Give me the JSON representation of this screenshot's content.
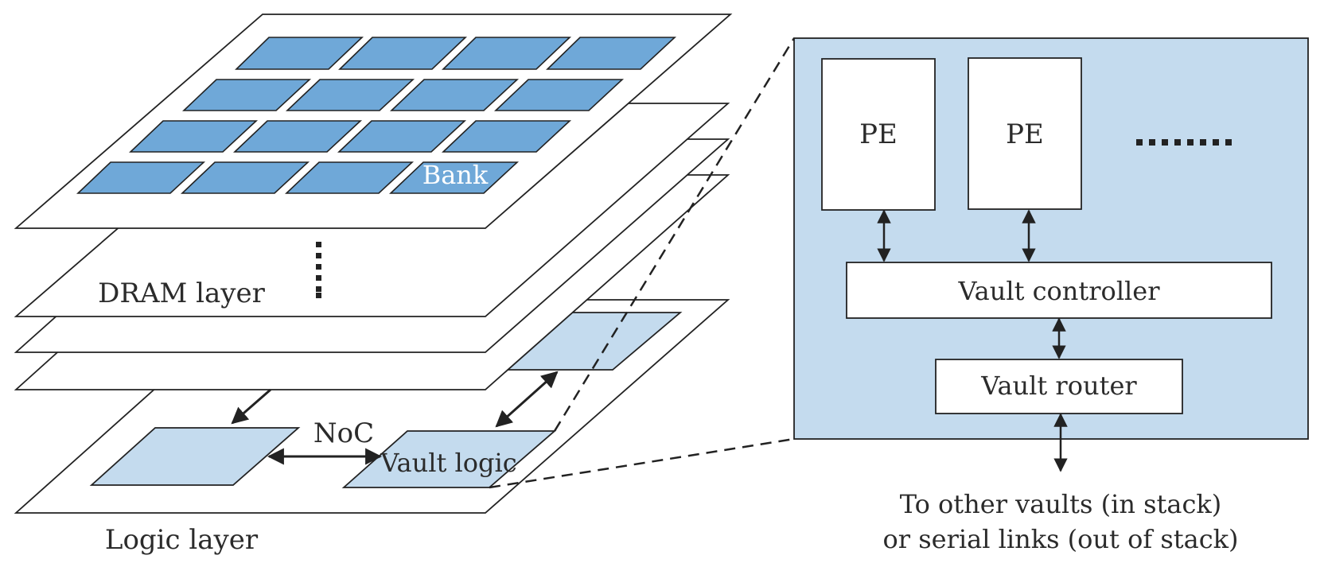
{
  "labels": {
    "bank": "Bank",
    "dram_layer": "DRAM layer",
    "logic_layer": "Logic layer",
    "noc": "NoC",
    "vault_logic": "Vault logic",
    "pe_1": "PE",
    "pe_2": "PE",
    "vault_controller": "Vault controller",
    "vault_router": "Vault router",
    "footer_line1": "To other vaults (in stack)",
    "footer_line2": "or serial links (out of stack)"
  },
  "colors": {
    "bank_fill": "#6fa8d8",
    "vault_fill": "#c4dbee",
    "panel_fill": "#c4dbee",
    "stroke": "#222222"
  }
}
